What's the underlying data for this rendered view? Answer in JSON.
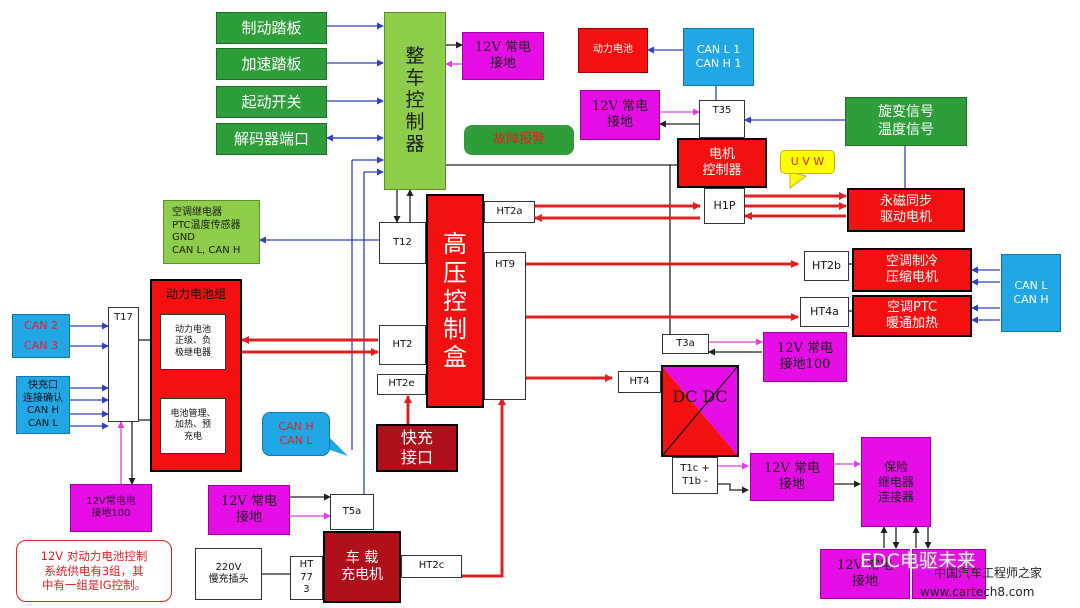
{
  "inputs": {
    "brake_pedal": "制动踏板",
    "accel_pedal": "加速踏板",
    "start_switch": "起动开关",
    "decoder_port": "解码器端口"
  },
  "vcu": {
    "label": "整\n车\n控\n制\n器"
  },
  "vcu_12v": "12V 常电\n接地",
  "fault_alarm": "故障报警",
  "power_battery_top": "动力电池",
  "can_top": "CAN L 1\nCAN H 1",
  "t35": {
    "label": "T35",
    "gnd": "12V 常电\n接地"
  },
  "resolver": "旋变信号\n温度信号",
  "motor_controller": "电机\n控制器",
  "uvw_callout": "U V W",
  "h1p": "H1P",
  "pmsm": "永磁同步\n驱动电机",
  "ac_relay_box": "空调继电器\nPTC温度传感器\nGND\nCAN L, CAN H",
  "hv_box": {
    "label": "高\n压\n控\n制\n盒",
    "t12": "T12",
    "ht2a": "HT2a",
    "ht9": "HT9",
    "ht2": "HT2",
    "ht2e": "HT2e",
    "ht2c": "HT2c"
  },
  "ac_compressor": {
    "port": "HT2b",
    "label": "空调制冷\n压缩电机"
  },
  "ac_ptc": {
    "port": "HT4a",
    "label": "空调PTC\n暖通加热"
  },
  "can_right": "CAN L\nCAN H",
  "t3a": {
    "label": "T3a",
    "gnd": "12V 常电\n接地100"
  },
  "dcdc": {
    "port": "HT4",
    "label": "DC DC",
    "t1": "T1c +\nT1b -"
  },
  "dcdc_12v": "12V 常电\n接地",
  "fuse_relay": "保险\n继电器\n连接器",
  "bottom_right_12v": "12V 常电\n接地",
  "battery_pack": {
    "title": "动力电池组",
    "relay_text": "动力电池\n正级、负\n极继电器",
    "bms_text": "电池管理、\n加热、预\n充电",
    "t17": "T17"
  },
  "can23": {
    "can2": "CAN 2",
    "can3": "CAN 3"
  },
  "fast_charge_conn": "快充口\n连接确认\nCAN H\nCAN L",
  "batt_12v": "12V常电电\n接地100",
  "note_12v": "12V 对动力电池控制\n系统供电有3组，其\n中有一组是IG控制。",
  "can_hl_callout": "CAN H\nCAN L",
  "fast_charge_port": "快充\n接口",
  "obc": {
    "label": "车 载\n充电机",
    "t5a": "T5a",
    "ht773": "HT\n77\n3"
  },
  "obc_12v": "12V 常电\n接地",
  "slow_charge": "220V\n慢充插头",
  "watermark": {
    "wechat": "EDC电驱未来",
    "cn": "中国汽车工程师之家",
    "url": "www.cartech8.com"
  },
  "colors": {
    "green": "#2e9e3a",
    "light_green": "#8fce4a",
    "magenta": "#e60de6",
    "red": "#f21010",
    "dark_red": "#b0101a",
    "blue": "#22a7e6",
    "hv_line": "#e02020",
    "signal_line": "#3040c0",
    "gnd_line": "#e040e0"
  }
}
